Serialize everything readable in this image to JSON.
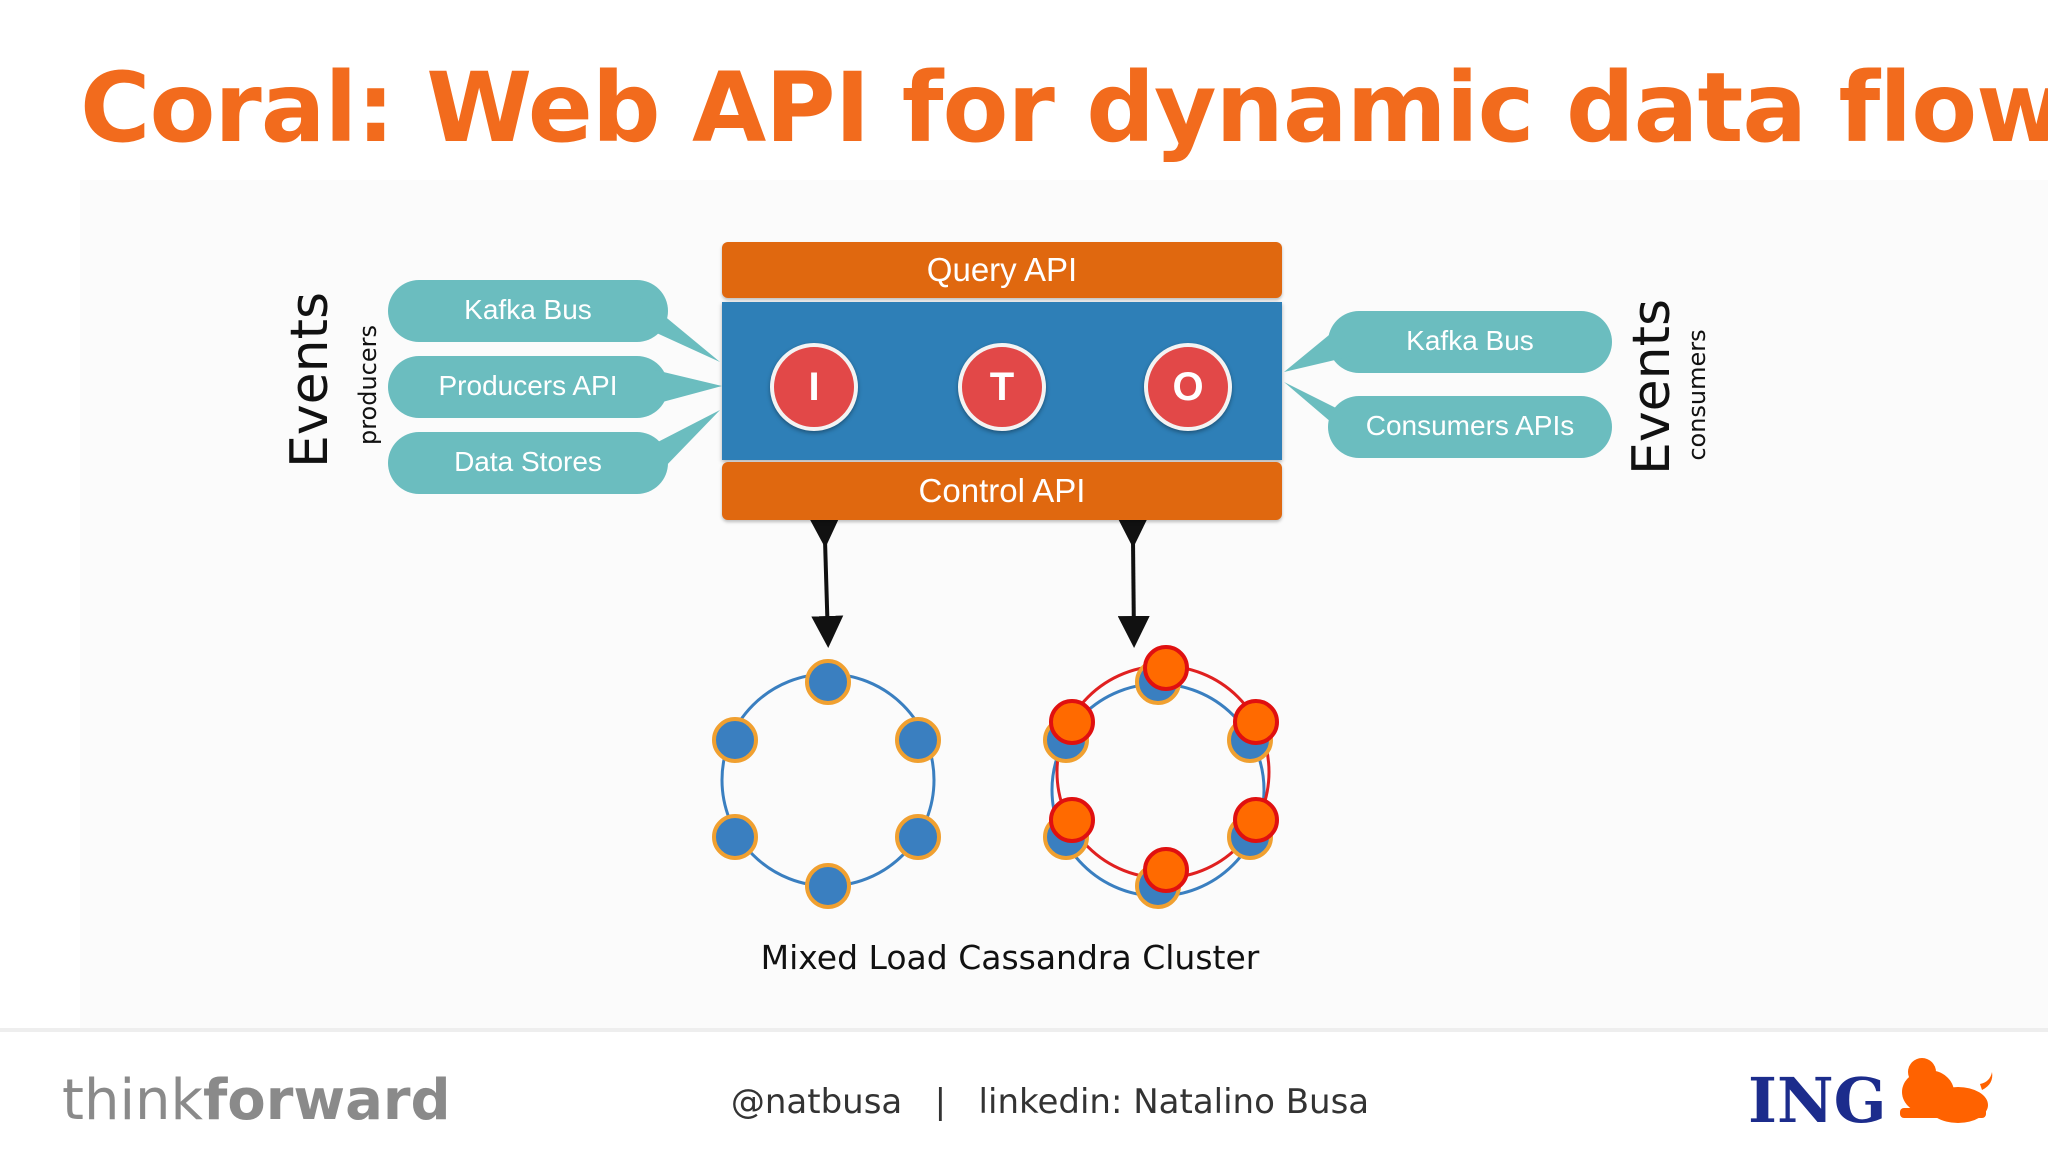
{
  "title": "Coral: Web API for dynamic data flows",
  "diagram": {
    "query_api": "Query API",
    "control_api": "Control API",
    "pipeline_nodes": [
      "I",
      "T",
      "O"
    ],
    "producers": {
      "events_label": "Events",
      "role_label": "producers",
      "items": [
        "Kafka Bus",
        "Producers API",
        "Data Stores"
      ]
    },
    "consumers": {
      "events_label": "Events",
      "role_label": "consumers",
      "items": [
        "Kafka Bus",
        "Consumers APIs"
      ]
    },
    "caption": "Mixed Load Cassandra Cluster",
    "colors": {
      "orange_bar": "#e0680f",
      "engine_blue": "#2e7fb7",
      "node_red": "#e24848",
      "teal_pill": "#6bbdbf",
      "title_orange": "#f26b1d",
      "cluster_blue": "#3a7fc0",
      "cluster_orange": "#ff6a00"
    }
  },
  "footer": {
    "brand_light": "think",
    "brand_bold": "forward",
    "contact": "@natbusa   |   linkedin: Natalino Busa",
    "logo_text": "ING",
    "logo_icon": "lion-icon"
  }
}
